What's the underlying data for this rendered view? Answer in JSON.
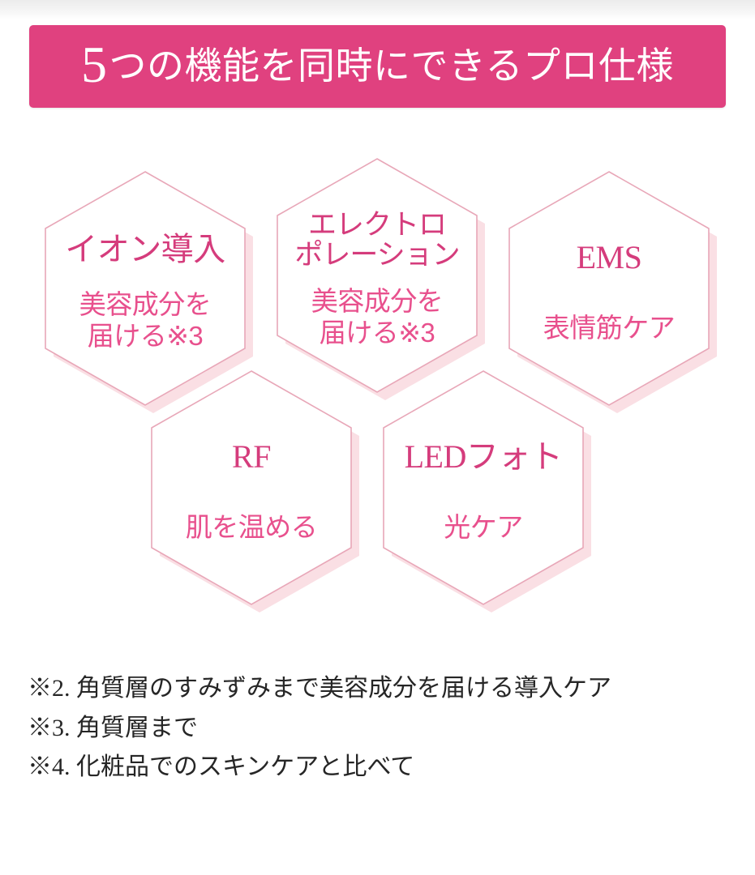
{
  "page": {
    "language": "ja",
    "background_color": "#ffffff"
  },
  "banner": {
    "lead_number": "5",
    "text": "つの機能を同時にできるプロ仕様",
    "full_text": "5つの機能を同時にできるプロ仕様",
    "background_color": "#e0417f",
    "text_color": "#ffffff"
  },
  "features": {
    "title_color": "#d53c7c",
    "subtitle_color": "#e8508d",
    "hex_fill": "#ffffff",
    "hex_border_color": "#e8a7b8",
    "hex_shadow_color": "#fadfe4",
    "items": [
      {
        "id": "ion-introduction",
        "title": "イオン導入",
        "subtitle": "美容成分を\n届ける※3"
      },
      {
        "id": "electroporation",
        "title": "エレクトロ\nポレーション",
        "subtitle": "美容成分を\n届ける※3"
      },
      {
        "id": "ems",
        "title": "EMS",
        "subtitle": "表情筋ケア"
      },
      {
        "id": "rf",
        "title": "RF",
        "subtitle": "肌を温める"
      },
      {
        "id": "led-photo",
        "title": "LEDフォト",
        "subtitle": "光ケア"
      }
    ]
  },
  "footnotes": {
    "text_color": "#262626",
    "lines": [
      "※2. 角質層のすみずみまで美容成分を届ける導入ケア",
      "※3. 角質層まで",
      "※4. 化粧品でのスキンケアと比べて"
    ]
  }
}
